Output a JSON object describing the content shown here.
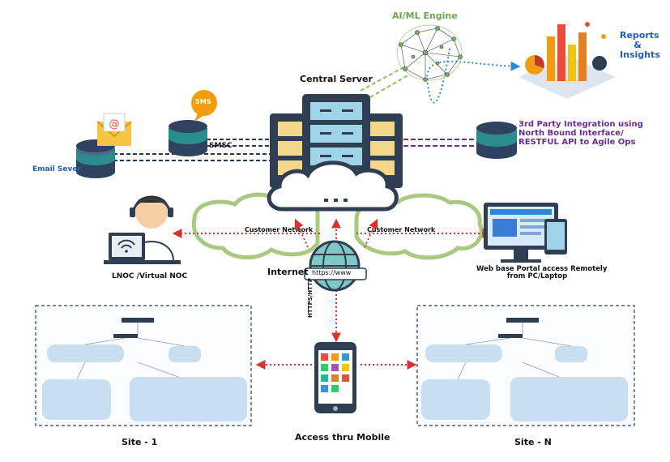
{
  "labels": {
    "ai_ml_engine": "AI/ML Engine",
    "reports_line1": "Reports",
    "reports_line2": "&",
    "reports_line3": "Insights",
    "central_server": "Central Server",
    "third_party_line1": "3rd Party Integration using",
    "third_party_line2": "North Bound Interface/",
    "third_party_line3": "RESTFUL API to Agile Ops",
    "smsc": "SMSC",
    "email_server": "Email Sever",
    "sms_badge": "SMS",
    "customer_network_left": "Customer Network",
    "customer_network_right": "Customer Network",
    "lnoc": "LNOC /Virtual NOC",
    "internet": "Internet",
    "url_bar": "https://www",
    "web_portal_line1": "Web base Portal access Remotely",
    "web_portal_line2": "from PC/Laptop",
    "https_http": "HTTPS/HTTP",
    "site_1": "Site - 1",
    "access_mobile": "Access thru Mobile",
    "site_n": "Site - N"
  },
  "colors": {
    "server_body": "#2f3e52",
    "server_slot": "#9fd3e8",
    "server_side_slot": "#f3d88a",
    "cloud_outline": "#a8c97f",
    "arrow_red": "#d9342b",
    "link_navy": "#1f3a66",
    "link_purple": "#6b2c91",
    "link_green": "#8fbf5a",
    "link_blue_dotted": "#2b8ad8",
    "db_teal": "#2a8c8c",
    "db_navy": "#2f4360"
  },
  "icons": [
    "central-server-icon",
    "cloud-icon",
    "ai-brain-network-icon",
    "reports-chart-icon",
    "database-icon",
    "sms-icon",
    "email-icon",
    "operator-headset-icon",
    "globe-icon",
    "web-portal-monitor-icon",
    "mobile-phone-icon",
    "site-network-diagram-icon"
  ]
}
